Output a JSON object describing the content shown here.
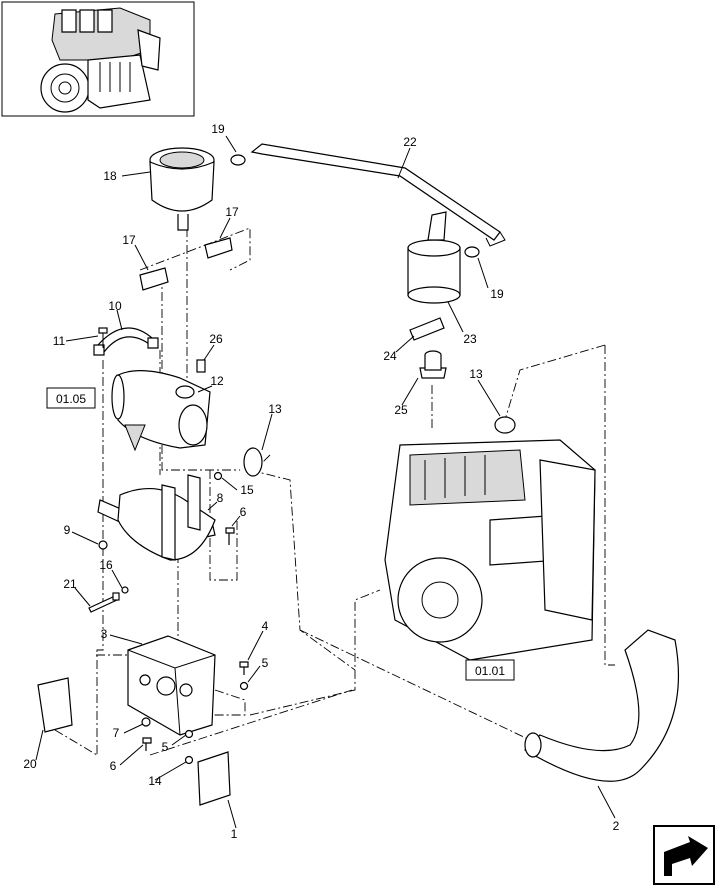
{
  "callouts": [
    "1",
    "2",
    "3",
    "4",
    "5",
    "5",
    "6",
    "6",
    "7",
    "8",
    "9",
    "10",
    "11",
    "12",
    "13",
    "13",
    "14",
    "15",
    "16",
    "17",
    "17",
    "18",
    "19",
    "19",
    "20",
    "21",
    "22",
    "23",
    "24",
    "25",
    "26"
  ],
  "references": [
    "01.05",
    "01.01"
  ],
  "colors": {
    "line": "#000000",
    "background": "#ffffff",
    "shade": "#d9d9d9"
  },
  "icons": [
    "next-page-arrow-icon",
    "engine-thumbnail-icon"
  ]
}
